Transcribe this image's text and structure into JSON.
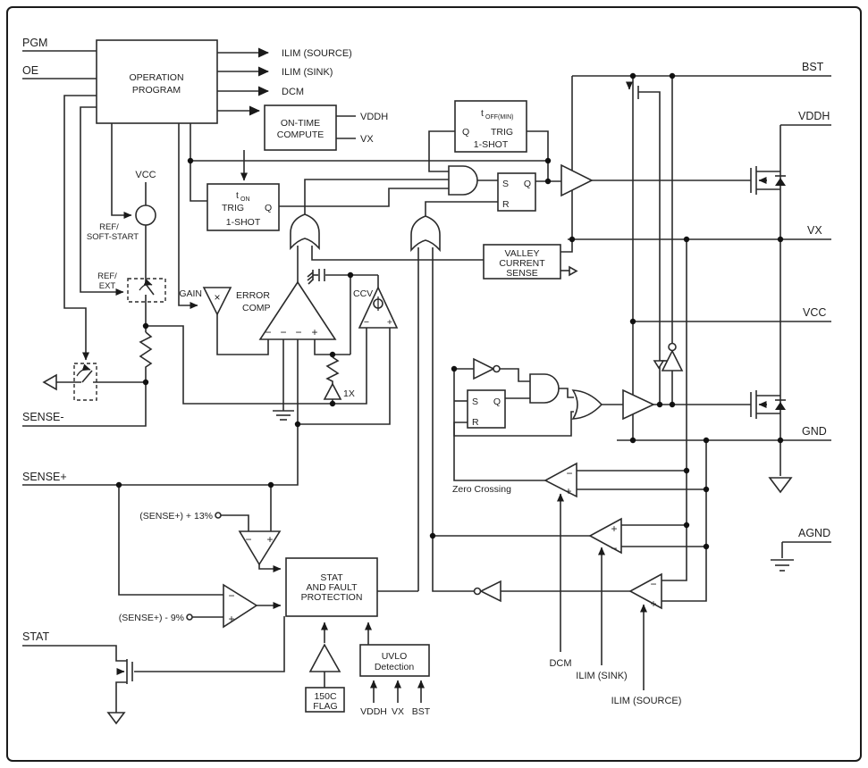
{
  "pins": {
    "pgm": "PGM",
    "oe": "OE",
    "sense_minus": "SENSE-",
    "sense_plus": "SENSE+",
    "stat": "STAT",
    "bst": "BST",
    "vddh": "VDDH",
    "vx": "VX",
    "vcc": "VCC",
    "gnd": "GND",
    "agnd": "AGND"
  },
  "op": {
    "line1": "OPERATION",
    "line2": "PROGRAM",
    "out_ilim_source": "ILIM (SOURCE)",
    "out_ilim_sink": "ILIM (SINK)",
    "out_dcm": "DCM"
  },
  "on_time": {
    "line1": "ON-TIME",
    "line2": "COMPUTE",
    "vddh": "VDDH",
    "vx": "VX"
  },
  "one_shot_on": {
    "t": "t",
    "sub": "ON",
    "trig": "TRIG",
    "q": "Q",
    "label": "1-SHOT"
  },
  "one_shot_off": {
    "t": "t",
    "sub": "OFF(MIN)",
    "trig": "TRIG",
    "q": "Q",
    "label": "1-SHOT"
  },
  "latch": {
    "s": "S",
    "q": "Q",
    "r": "R"
  },
  "refs": {
    "vcc": "VCC",
    "ref1": "REF/",
    "soft_start": "SOFT-START",
    "ref2": "REF/",
    "ext": "EXT"
  },
  "analog": {
    "gain": "GAIN",
    "times": "×",
    "error1": "ERROR",
    "error2": "COMP",
    "ccv": "CCV",
    "one_x": "1X"
  },
  "valley": {
    "line1": "VALLEY",
    "line2": "CURRENT",
    "line3": "SENSE"
  },
  "comparators": {
    "plus": "+",
    "minus": "−",
    "zero_crossing": "Zero Crossing",
    "sense_plus_13": "(SENSE+) + 13%",
    "sense_minus_9": "(SENSE+) - 9%"
  },
  "bottom": {
    "dcm": "DCM",
    "ilim_sink": "ILIM (SINK)",
    "ilim_source": "ILIM (SOURCE)"
  },
  "stat_block": {
    "line1": "STAT",
    "line2": "AND FAULT",
    "line3": "PROTECTION"
  },
  "uvlo": {
    "line1": "UVLO",
    "line2": "Detection",
    "vddh": "VDDH",
    "vx": "VX",
    "bst": "BST"
  },
  "flag": {
    "line1": "150C",
    "line2": "FLAG"
  }
}
